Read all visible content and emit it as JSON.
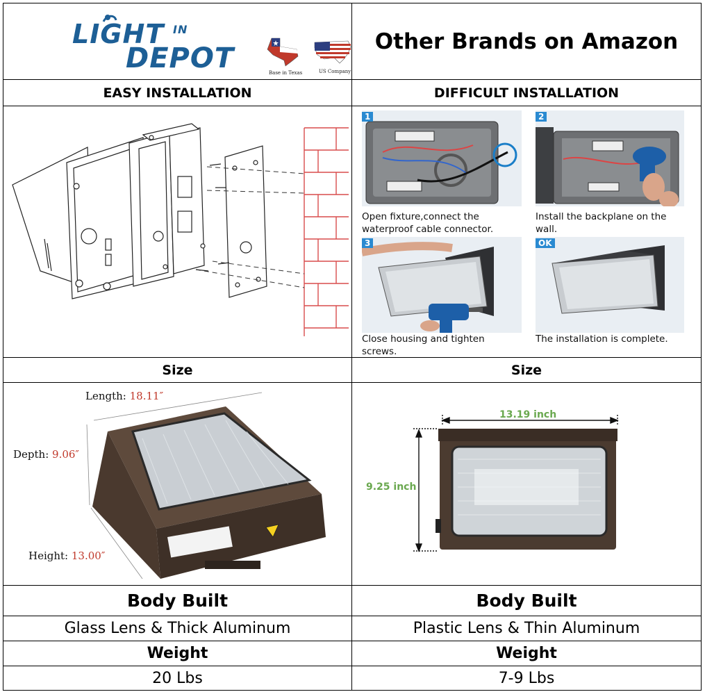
{
  "logo": {
    "line1": "LIGHT",
    "line1_small": "IN",
    "line2": "DEPOT",
    "badge_texas": "Base in Texas",
    "badge_us": "US Company",
    "brand_color": "#1d5f96"
  },
  "header_right": "Other Brands on Amazon",
  "installation": {
    "left_title": "EASY INSTALLATION",
    "right_title": "DIFFICULT INSTALLATION",
    "steps": [
      {
        "badge": "1",
        "caption": "Open fixture,connect the waterproof cable connector."
      },
      {
        "badge": "2",
        "caption": "Install the backplane on the wall."
      },
      {
        "badge": "3",
        "caption": "Close housing and tighten screws."
      },
      {
        "badge": "OK",
        "caption": "The installation is complete."
      }
    ]
  },
  "size": {
    "left_title": "Size",
    "right_title": "Size",
    "left_dims": {
      "length_label": "Length:",
      "length_value": "18.11″",
      "depth_label": "Depth:",
      "depth_value": "9.06″",
      "height_label": "Height:",
      "height_value": "13.00″"
    },
    "right_dims": {
      "width": "13.19 inch",
      "height": "9.25 inch"
    }
  },
  "body_built": {
    "left_title": "Body Built",
    "right_title": "Body Built",
    "left_value": "Glass Lens & Thick Aluminum",
    "right_value": "Plastic Lens & Thin Aluminum"
  },
  "weight": {
    "left_title": "Weight",
    "right_title": "Weight",
    "left_value": "20 Lbs",
    "right_value": "7-9 Lbs"
  }
}
